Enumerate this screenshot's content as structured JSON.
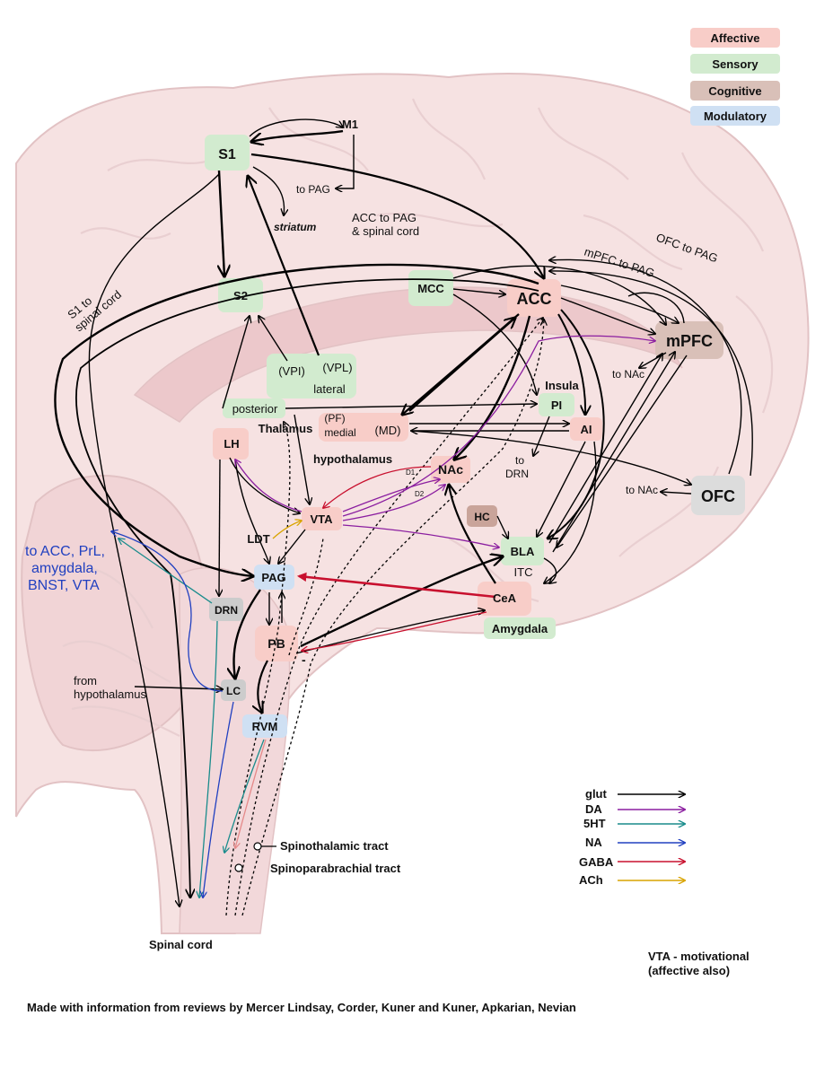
{
  "colors": {
    "affective": "#f8cdc8",
    "sensory": "#d2ebcf",
    "cognitive": "#d9c0b8",
    "modulatory": "#cfe0f3",
    "glut": "#000000",
    "da": "#8b1ea0",
    "ht5": "#1a8c8c",
    "na": "#2140c0",
    "gaba": "#c8102e",
    "ach": "#d9a400",
    "brain_fill": "#f6e2e2",
    "brain_line": "#e2c2c4"
  },
  "legend": {
    "categories": [
      "Affective",
      "Sensory",
      "Cognitive",
      "Modulatory"
    ],
    "arrows": [
      "glut",
      "DA",
      "5HT",
      "NA",
      "GABA",
      "ACh"
    ]
  },
  "nodes": {
    "s1": "S1",
    "m1": "M1",
    "s2": "S2",
    "mcc": "MCC",
    "acc": "ACC",
    "mpfc": "mPFC",
    "ofc": "OFC",
    "pi": "PI",
    "ai": "AI",
    "insula": "Insula",
    "lh": "LH",
    "nac": "NAc",
    "vta": "VTA",
    "hc": "HC",
    "bla": "BLA",
    "itc": "ITC",
    "cea": "CeA",
    "amygdala": "Amygdala",
    "pag": "PAG",
    "drn": "DRN",
    "pb": "PB",
    "lc": "LC",
    "rvm": "RVM",
    "ldt": "LDT",
    "vpi": "(VPI)",
    "vpl": "(VPL)",
    "lateral": "lateral",
    "posterior": "posterior",
    "thalamus": "Thalamus",
    "pf": "(PF)",
    "medial": "medial",
    "md": "(MD)",
    "hypothalamus": "hypothalamus"
  },
  "labels": {
    "to_pag": "to PAG",
    "striatum": "striatum",
    "acc_to_pag_1": "ACC to PAG",
    "acc_to_pag_2": "& spinal cord",
    "ofc_to_pag": "OFC to PAG",
    "mpfc_to_pag": "mPFC to PAG",
    "s1_to_spinal_1": "S1 to",
    "s1_to_spinal_2": "spinal cord",
    "to_nac_1": "to NAc",
    "to_nac_2": "to NAc",
    "to": "to",
    "drn": "DRN",
    "d1": "D1",
    "d2": "D2",
    "to_acc_1": "to ACC, PrL,",
    "to_acc_2": "amygdala,",
    "to_acc_3": "BNST, VTA",
    "from_hyp_1": "from",
    "from_hyp_2": "hypothalamus",
    "minus": "-",
    "spinothalamic": "Spinothalamic tract",
    "spinoparabrachial": "Spinoparabrachial tract"
  },
  "footer": {
    "spinal_cord": "Spinal cord",
    "vta_note_1": "VTA - motivational",
    "vta_note_2": "(affective also)",
    "credits": "Made with information from reviews by Mercer Lindsay, Corder, Kuner and Kuner, Apkarian, Nevian"
  }
}
